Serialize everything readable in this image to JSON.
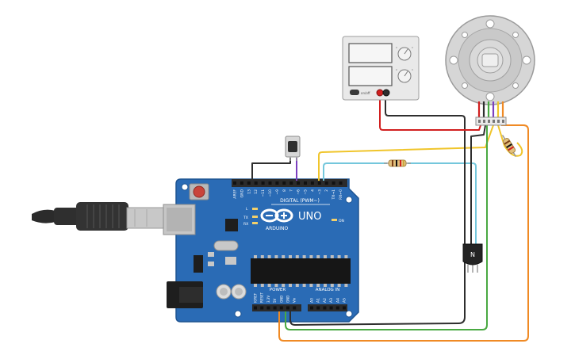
{
  "board": {
    "brand": "ARDUINO",
    "model": "UNO",
    "digital_header_label": "DIGITAL (PWM~)",
    "analog_header_label": "ANALOG IN",
    "power_header_label": "POWER",
    "on_label": "ON",
    "tx_label": "TX",
    "rx_label": "RX",
    "l_label": "L",
    "digital_pins": [
      "AREF",
      "GND",
      "13",
      "12",
      "~11",
      "~10",
      "~9",
      "8",
      "7",
      "~6",
      "~5",
      "4",
      "~3",
      "2",
      "TX→1",
      "RX←0"
    ],
    "analog_pins": [
      "A0",
      "A1",
      "A2",
      "A3",
      "A4",
      "A5"
    ],
    "power_pins": [
      "IOREF",
      "RESET",
      "3.3V",
      "5V",
      "GND",
      "GND",
      "Vin"
    ]
  },
  "power_supply": {
    "switch_label": "on/off"
  },
  "transistor": {
    "label": "N"
  },
  "colors": {
    "board": "#2a6bb5",
    "header": "#2b2b2b",
    "wire_black": "#2e2e2e",
    "wire_red": "#d11f1f",
    "wire_yellow": "#f0c52b",
    "wire_cyan": "#74c7dc",
    "wire_green": "#49a942",
    "wire_orange": "#f08a24",
    "wire_purple": "#7b3fbf",
    "reset_button": "#c9443a",
    "usb_cable": "#3a3a3a"
  }
}
